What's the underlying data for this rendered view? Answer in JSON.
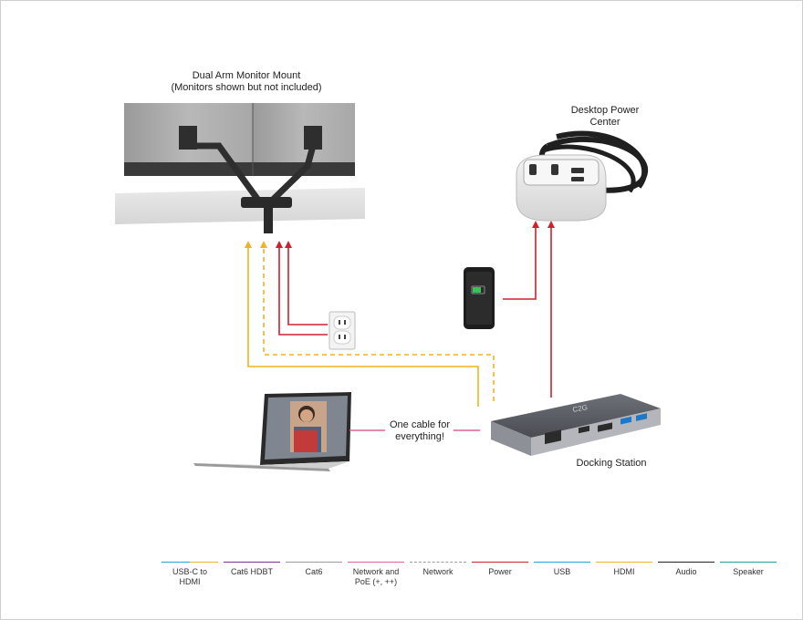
{
  "colors": {
    "hdmi": "#f0b323",
    "power": "#d0202e",
    "network_poe": "#e0609a",
    "cat6_hdbt": "#7b2f8e",
    "cat6": "#9b9b9b",
    "usb": "#1ea4dd",
    "audio": "#222222",
    "speaker": "#1aa39a"
  },
  "labels": {
    "monitor_mount_line1": "Dual Arm Monitor Mount",
    "monitor_mount_line2": "(Monitors shown but not included)",
    "power_center_line1": "Desktop Power",
    "power_center_line2": "Center",
    "one_cable_line1": "One cable for",
    "one_cable_line2": "everything!",
    "docking_station": "Docking Station",
    "dock_brand": "C2G"
  },
  "legend": [
    {
      "line1": "USB-C to",
      "line2": "HDMI",
      "color": "#f0b323",
      "color2": "#1ea4dd",
      "style": "dual"
    },
    {
      "line1": "Cat6 HDBT",
      "line2": "",
      "color": "#7b2f8e",
      "style": "solid"
    },
    {
      "line1": "Cat6",
      "line2": "",
      "color": "#9b9b9b",
      "style": "solid"
    },
    {
      "line1": "Network and",
      "line2": "PoE (+, ++)",
      "color": "#e0609a",
      "style": "solid"
    },
    {
      "line1": "Network",
      "line2": "",
      "color": "#9b9b9b",
      "style": "dashed"
    },
    {
      "line1": "Power",
      "line2": "",
      "color": "#d0202e",
      "style": "solid"
    },
    {
      "line1": "USB",
      "line2": "",
      "color": "#1ea4dd",
      "style": "solid"
    },
    {
      "line1": "HDMI",
      "line2": "",
      "color": "#f0b323",
      "style": "solid"
    },
    {
      "line1": "Audio",
      "line2": "",
      "color": "#222222",
      "style": "solid"
    },
    {
      "line1": "Speaker",
      "line2": "",
      "color": "#1aa39a",
      "style": "solid"
    }
  ]
}
